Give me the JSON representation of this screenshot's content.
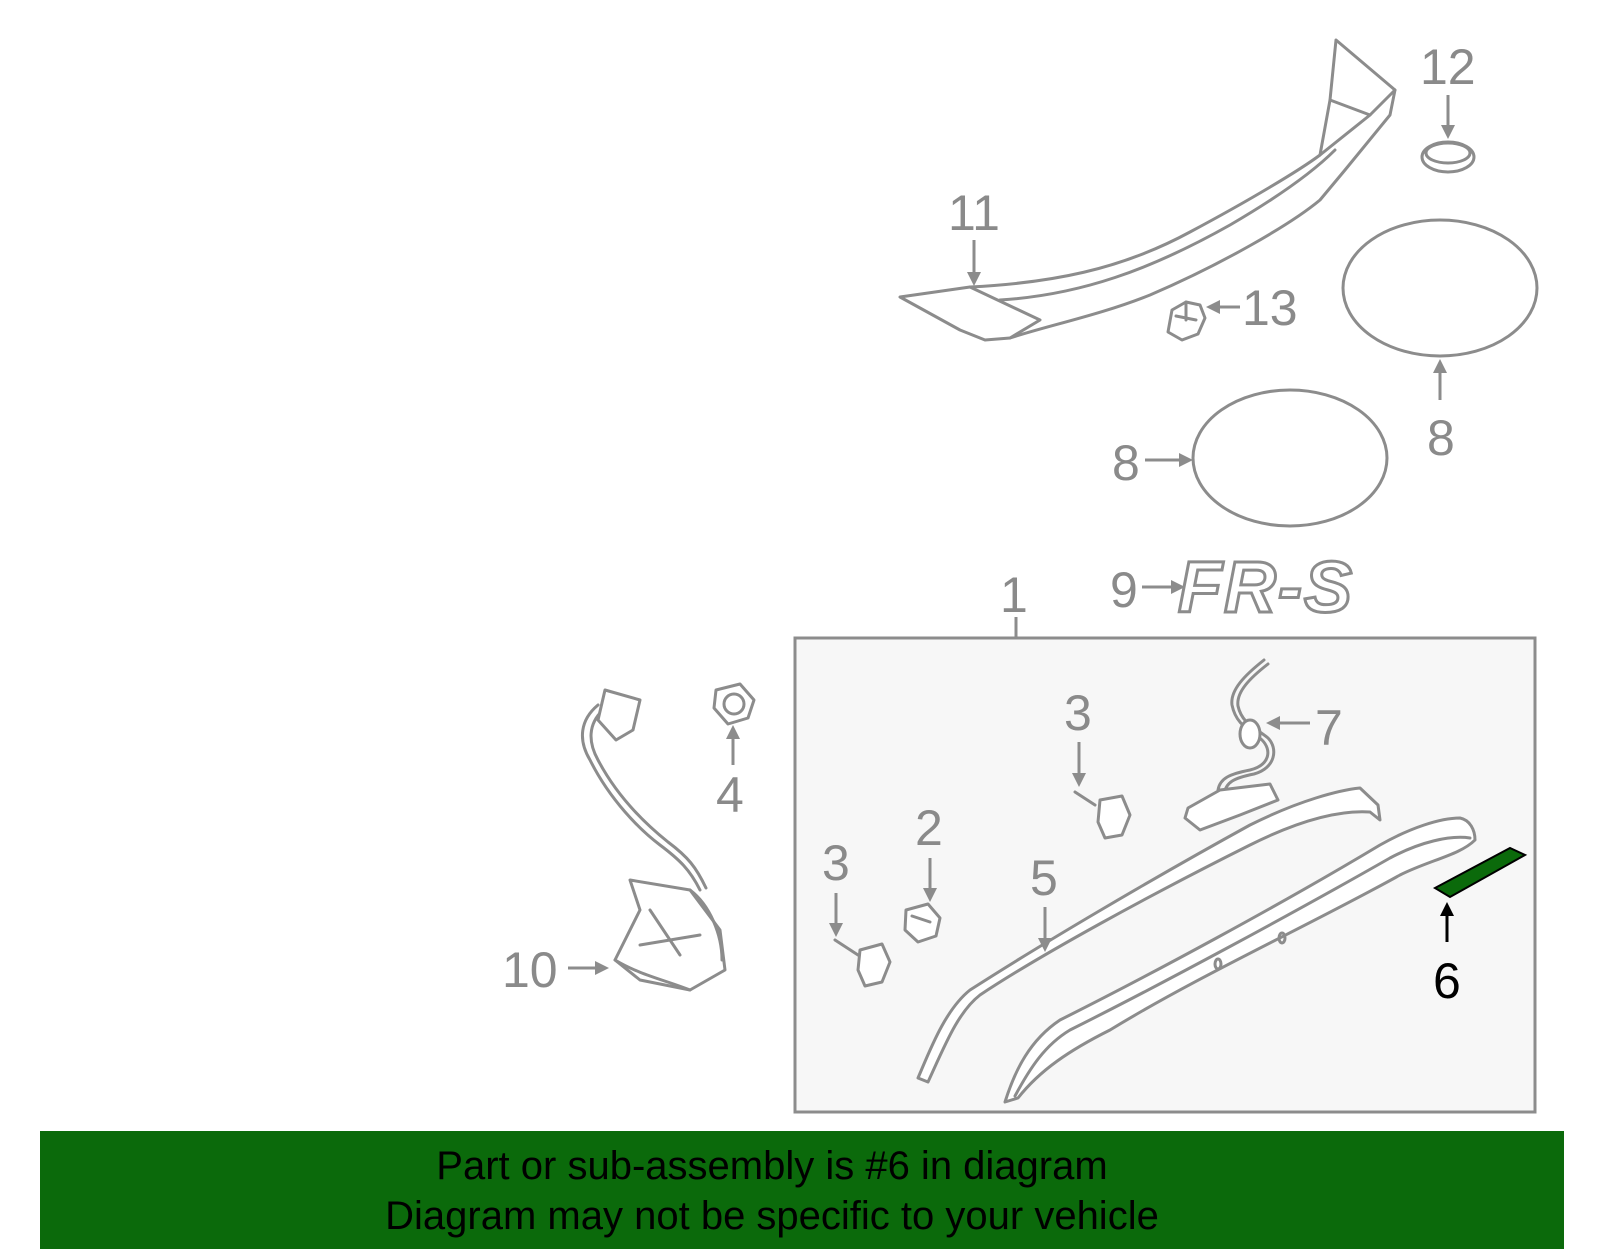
{
  "callouts": {
    "c1": "1",
    "c2": "2",
    "c3a": "3",
    "c3b": "3",
    "c4": "4",
    "c5": "5",
    "c6": "6",
    "c7": "7",
    "c8a": "8",
    "c8b": "8",
    "c9": "9",
    "c10": "10",
    "c11": "11",
    "c12": "12",
    "c13": "13"
  },
  "emblem_text": "FR-S",
  "highlight_color": "#0b6a0b",
  "banner": {
    "line1": "Part or sub-assembly is #6 in diagram",
    "line2": "Diagram may not be specific to your vehicle"
  }
}
